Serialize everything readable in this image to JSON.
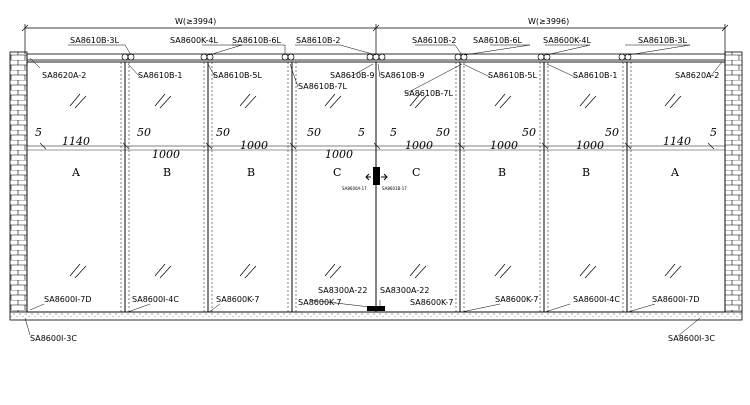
{
  "dimensions": {
    "total_left": "W(≥3994)",
    "total_right": "W(≥3996)",
    "gap_5": "5",
    "gap_50": "50",
    "width_1140": "1140",
    "width_1000": "1000"
  },
  "panels": [
    "A",
    "B",
    "B",
    "C",
    "C",
    "B",
    "B",
    "A"
  ],
  "part_labels": {
    "top": {
      "left_b3l": "SA8610B-3L",
      "left_k4l": "SA8600K-4L",
      "left_b6l": "SA8610B-6L",
      "left_b2": "SA8610B-2",
      "right_b2": "SA8610B-2",
      "right_b6l": "SA8610B-6L",
      "right_k4l": "SA8600K-4L",
      "right_b3l": "SA8610B-3L"
    },
    "rail": {
      "left_a2": "SA8620A-2",
      "left_b1": "SA8610B-1",
      "left_b5l": "SA8610B-5L",
      "left_b9": "SA8610B-9",
      "right_b9": "SA8610B-9",
      "right_b5l": "SA8610B-5L",
      "right_b1": "SA8610B-1",
      "right_a2": "SA8620A-2",
      "left_b7l": "SA8610B-7L",
      "right_b7l": "SA8610B-7L"
    },
    "lock": {
      "left": "SA8600A-17",
      "right": "SA8601B-17"
    },
    "bottom": {
      "left_7d": "SA8600I-7D",
      "left_4c": "SA8600I-4C",
      "left_k7": "SA8600K-7",
      "center_a22_left": "SA8300A-22",
      "center_a22_right": "SA8300A-22",
      "center_k7_left": "SA8600K-7",
      "center_k7_right": "SA8600K-7",
      "right_k7": "SA8600K-7",
      "right_4c": "SA8600I-4C",
      "right_7d": "SA8600I-7D"
    },
    "floor": {
      "left_3c": "SA8600I-3C",
      "right_3c": "SA8600I-3C"
    }
  }
}
